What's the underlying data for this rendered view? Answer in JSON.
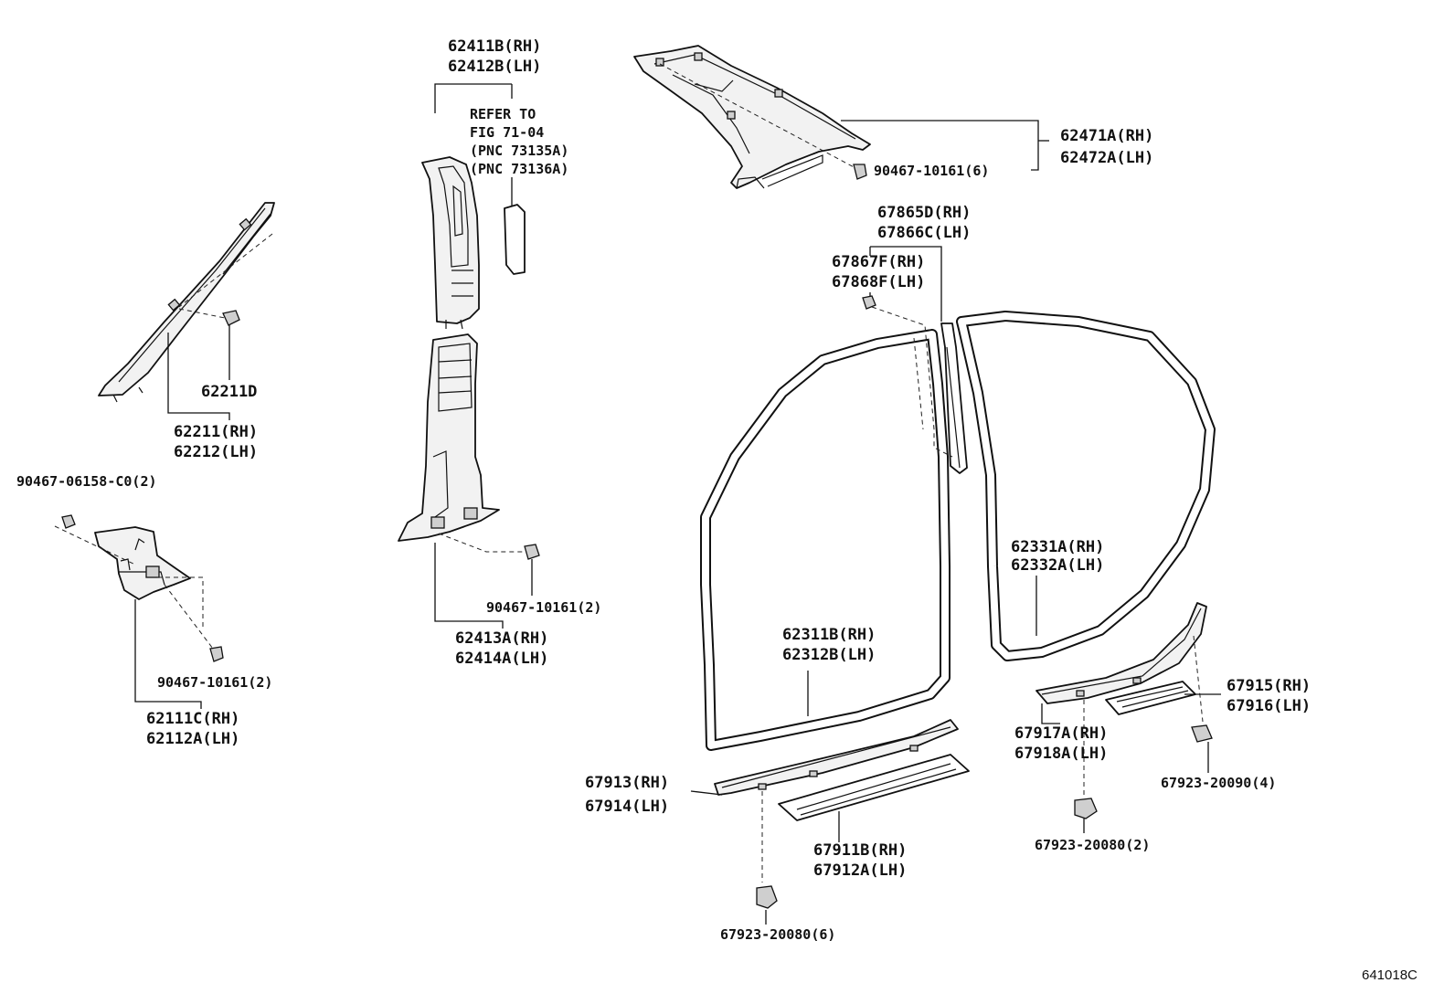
{
  "figure_id": "641018C",
  "labels": {
    "a_pillar_clip": "62211D",
    "a_pillar_rh": "62211(RH)",
    "a_pillar_lh": "62212(LH)",
    "cowl_clip_top": "90467-06158-C0(2)",
    "cowl_clip_bottom": "90467-10161(2)",
    "cowl_rh": "62111C(RH)",
    "cowl_lh": "62112A(LH)",
    "b_upper_rh": "62411B(RH)",
    "b_upper_lh": "62412B(LH)",
    "refer_1": "REFER TO",
    "refer_2": "FIG 71-04",
    "refer_3": "(PNC 73135A)",
    "refer_4": "(PNC 73136A)",
    "b_lower_clip": "90467-10161(2)",
    "b_lower_rh": "62413A(RH)",
    "b_lower_lh": "62414A(LH)",
    "roof_side_rh": "62471A(RH)",
    "roof_side_lh": "62472A(LH)",
    "roof_clip": "90467-10161(6)",
    "weather_rh": "67865D(RH)",
    "weather_lh": "67866C(LH)",
    "weather_clip_rh": "67867F(RH)",
    "weather_clip_lh": "67868F(LH)",
    "front_seal_rh": "62311B(RH)",
    "front_seal_lh": "62312B(LH)",
    "rear_seal_rh": "62331A(RH)",
    "rear_seal_lh": "62332A(LH)",
    "front_scuff_rh": "67913(RH)",
    "front_scuff_lh": "67914(LH)",
    "front_plate_rh": "67911B(RH)",
    "front_plate_lh": "67912A(LH)",
    "front_scuff_clip": "67923-20080(6)",
    "rear_scuff_rh": "67917A(RH)",
    "rear_scuff_lh": "67918A(LH)",
    "rear_scuff_clip": "67923-20080(2)",
    "rear_plate_rh": "67915(RH)",
    "rear_plate_lh": "67916(LH)",
    "rear_plate_clip": "67923-20090(4)"
  }
}
